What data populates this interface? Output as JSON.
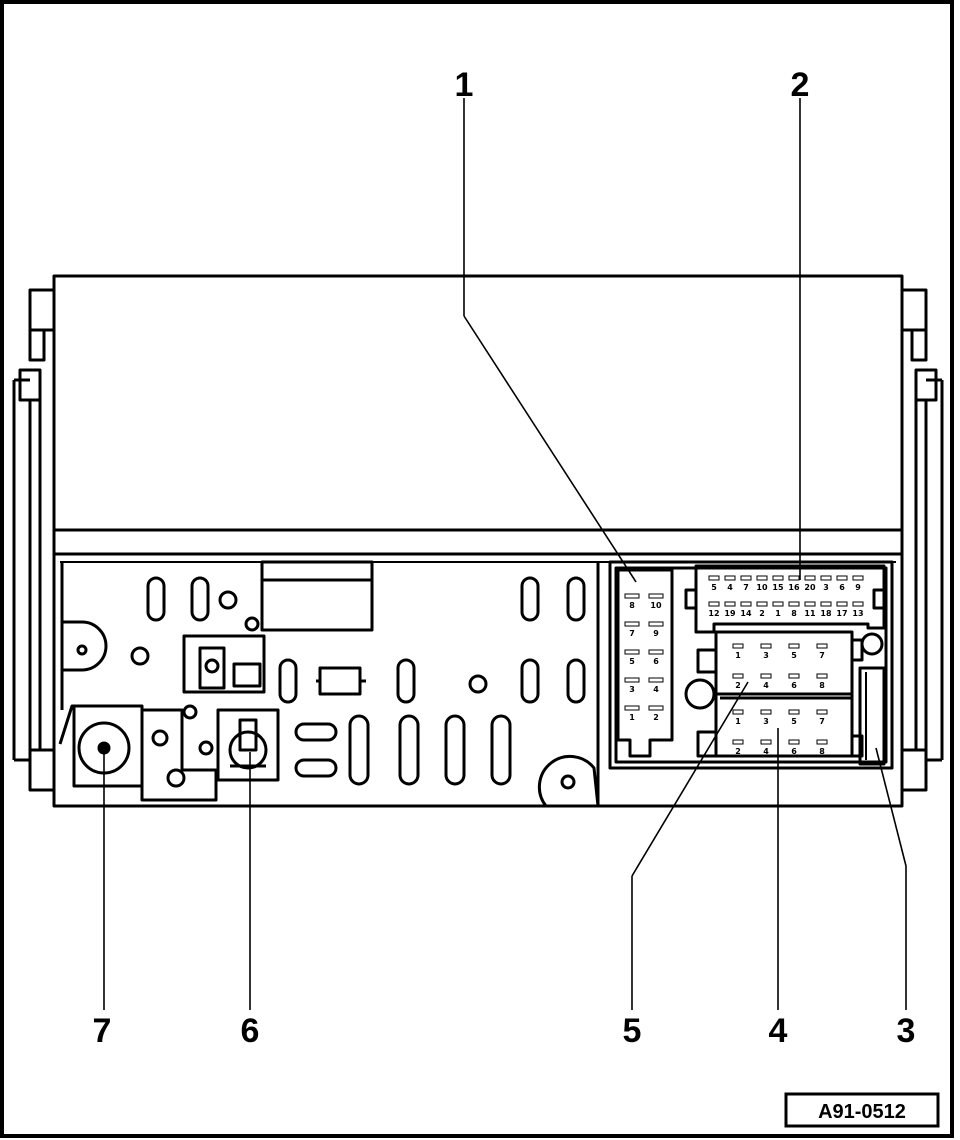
{
  "diagram": {
    "callouts": [
      "1",
      "2",
      "3",
      "4",
      "5",
      "6",
      "7"
    ],
    "reference_code": "A91-0512",
    "connector_left_pins": [
      "8",
      "10",
      "7",
      "9",
      "5",
      "6",
      "3",
      "4",
      "1",
      "2"
    ],
    "connector_top_pins": [
      "5",
      "4",
      "7",
      "10",
      "15",
      "16",
      "20",
      "3",
      "6",
      "9",
      "12",
      "19",
      "14",
      "2",
      "1",
      "8",
      "11",
      "18",
      "17",
      "13"
    ],
    "connector_right_pins": [
      "1",
      "3",
      "5",
      "7",
      "2",
      "4",
      "6",
      "8",
      "1",
      "3",
      "5",
      "7",
      "2",
      "4",
      "6",
      "8"
    ]
  }
}
